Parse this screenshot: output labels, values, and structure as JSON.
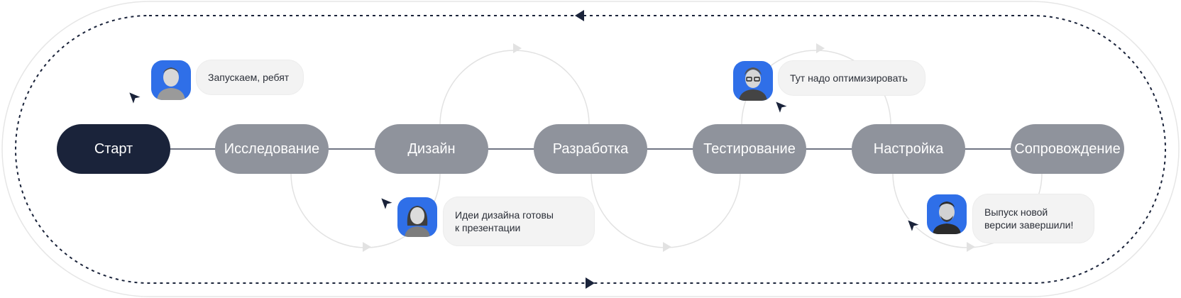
{
  "stages": [
    {
      "label": "Старт"
    },
    {
      "label": "Исследование"
    },
    {
      "label": "Дизайн"
    },
    {
      "label": "Разработка"
    },
    {
      "label": "Тестирование"
    },
    {
      "label": "Настройка"
    },
    {
      "label": "Сопровождение"
    }
  ],
  "comments": [
    {
      "text": "Запускаем, ребят"
    },
    {
      "text": "Идеи дизайна готовы\nк презентации"
    },
    {
      "text": "Тут надо оптимизировать"
    },
    {
      "text": "Выпуск новой\nверсии завершили!"
    }
  ],
  "colors": {
    "start": "#1a233a",
    "stage": "#8f939c",
    "avatar_bg": "#2f6fe8",
    "loop": "#1a233a"
  }
}
